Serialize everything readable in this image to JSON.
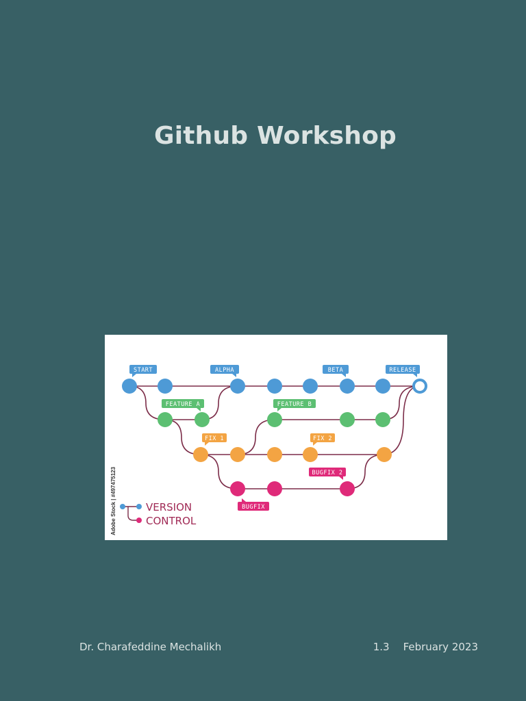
{
  "title": "Github Workshop",
  "figure": {
    "credit": "Adobe Stock | #497475123",
    "legend": [
      "VERSION",
      "CONTROL"
    ],
    "labels": {
      "start": "START",
      "alpha": "ALPHA",
      "beta": "BETA",
      "release": "RELEASE",
      "feature_a": "FEATURE A",
      "feature_b": "FEATURE B",
      "fix1": "FIX 1",
      "fix2": "FIX 2",
      "bugfix2": "BUGFIX 2",
      "bugfix": "BUGFIX"
    },
    "colors": {
      "main": "#4e9ad6",
      "feature": "#5cbf72",
      "fix": "#f3a443",
      "bugfix": "#df2a79",
      "line": "#7b2c48",
      "legend_text": "#a02a55"
    }
  },
  "footer": {
    "author": "Dr. Charafeddine Mechalikh",
    "version": "1.3",
    "date": "February 2023"
  }
}
